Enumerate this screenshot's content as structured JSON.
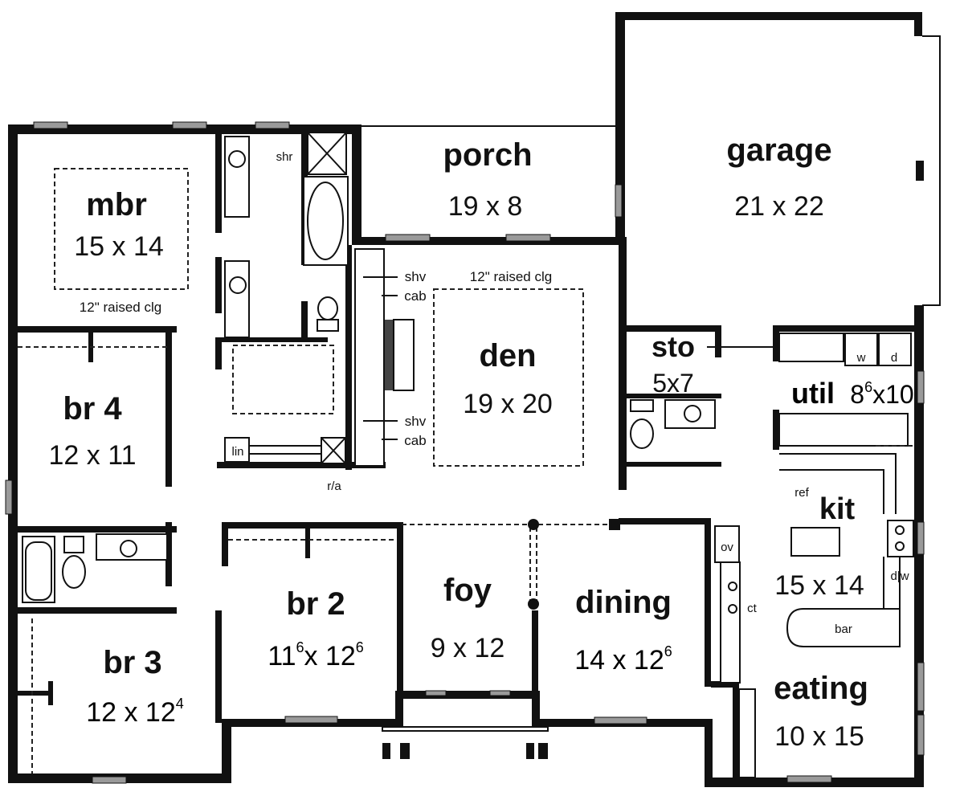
{
  "rooms": {
    "mbr": {
      "name": "mbr",
      "dim": "15 x 14",
      "note": "12\" raised clg"
    },
    "porch": {
      "name": "porch",
      "dim": "19 x 8"
    },
    "garage": {
      "name": "garage",
      "dim": "21 x 22"
    },
    "den": {
      "name": "den",
      "dim": "19 x 20",
      "note": "12\" raised clg"
    },
    "sto": {
      "name": "sto",
      "dim": "5x7"
    },
    "util": {
      "name": "util",
      "dim_a": "8",
      "dim_sup": "6",
      "dim_b": "x10"
    },
    "br4": {
      "name": "br 4",
      "dim": "12 x 11"
    },
    "kit": {
      "name": "kit",
      "dim": "15 x 14"
    },
    "br2": {
      "name": "br 2",
      "dim_a": "11",
      "dim_a_sup": "6",
      "dim_mid": "x 12",
      "dim_b_sup": "6"
    },
    "foy": {
      "name": "foy",
      "dim": "9 x 12"
    },
    "dining": {
      "name": "dining",
      "dim_a": "14 x 12",
      "dim_sup": "6"
    },
    "br3": {
      "name": "br 3",
      "dim_a": "12 x 12",
      "dim_sup": "4"
    },
    "eating": {
      "name": "eating",
      "dim": "10 x 15"
    }
  },
  "labels": {
    "shr": "shr",
    "shv_top": "shv",
    "cab_top": "cab",
    "shv_bottom": "shv",
    "cab_bottom": "cab",
    "lin": "lin",
    "ra": "r/a",
    "ref": "ref",
    "ov": "ov",
    "ct": "ct",
    "bar": "bar",
    "w": "w",
    "d": "d",
    "dw": "d|w"
  }
}
